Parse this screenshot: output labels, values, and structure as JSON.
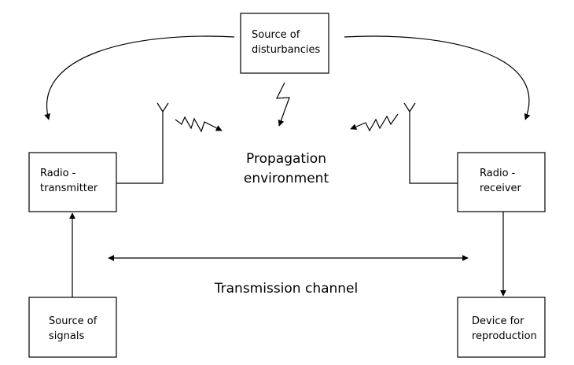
{
  "diagram": {
    "colors": {
      "stroke": "#000000",
      "background": "#ffffff"
    },
    "nodes": {
      "disturbances": {
        "line1": "Source of",
        "line2": "disturbancies"
      },
      "transmitter": {
        "line1": "Radio -",
        "line2": "transmitter"
      },
      "receiver": {
        "line1": "Radio -",
        "line2": "receiver"
      },
      "signals": {
        "line1": "Source of",
        "line2": "signals"
      },
      "reproduction": {
        "line1": "Device for",
        "line2": "reproduction"
      }
    },
    "environment": {
      "line1": "Propagation",
      "line2": "environment"
    },
    "channel_label": "Transmission channel"
  }
}
